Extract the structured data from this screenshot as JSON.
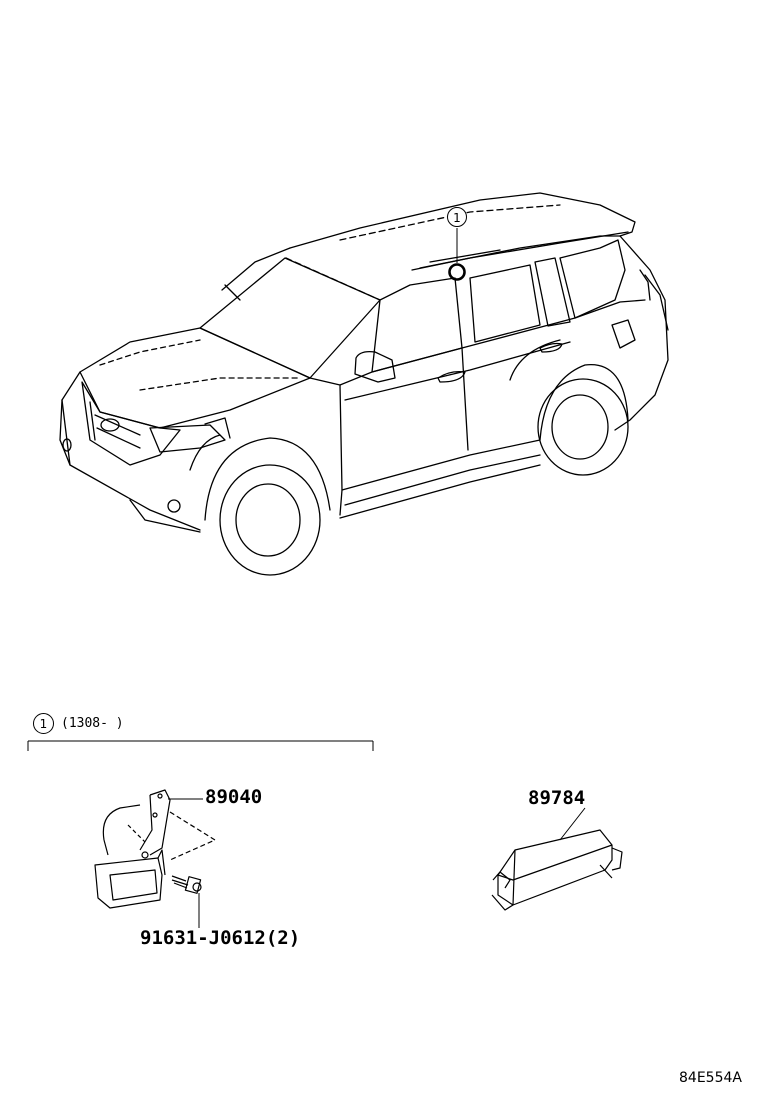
{
  "callout_marker": "1",
  "group": {
    "marker": "1",
    "date_range": "(1308-      )"
  },
  "parts": {
    "bracket_sensor": "89040",
    "bolt": "91631-J0612(2)",
    "module": "89784"
  },
  "diagram_code": "84E554A"
}
